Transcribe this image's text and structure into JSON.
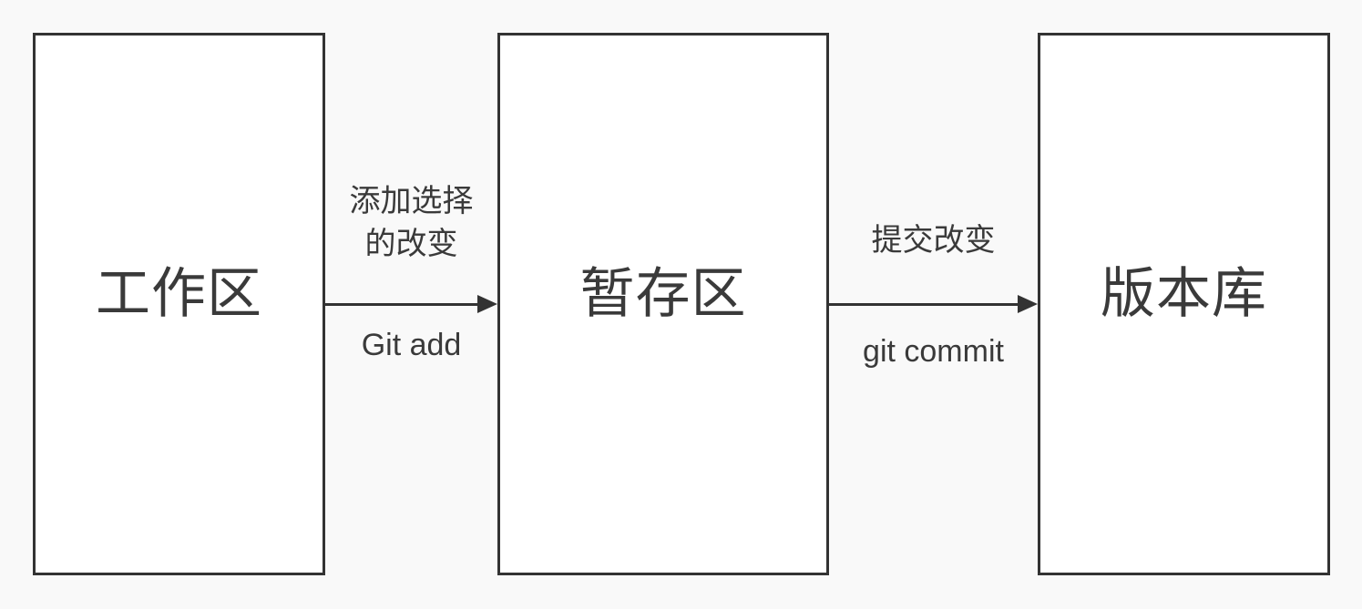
{
  "colors": {
    "background": "#f9f9f9",
    "box_fill": "#ffffff",
    "stroke": "#333333",
    "text": "#3a3a3a"
  },
  "diagram": {
    "boxes": [
      {
        "label": "工作区"
      },
      {
        "label": "暂存区"
      },
      {
        "label": "版本库"
      }
    ],
    "arrows": [
      {
        "label_top_line1": "添加选择",
        "label_top_line2": "的改变",
        "label_bottom": "Git add"
      },
      {
        "label_top_line1": "提交改变",
        "label_bottom": "git commit"
      }
    ]
  }
}
